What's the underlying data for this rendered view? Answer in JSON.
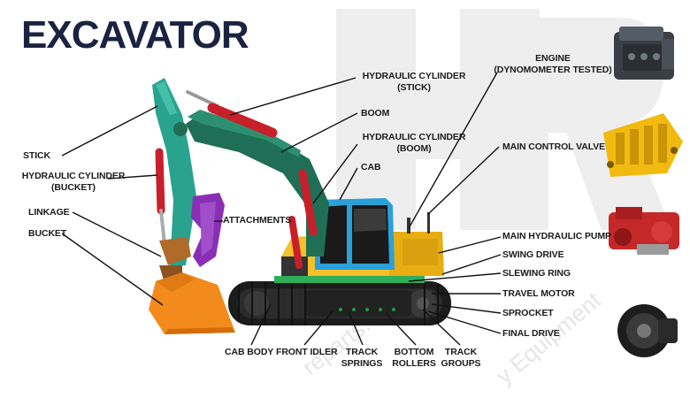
{
  "title": "EXCAVATOR",
  "labels": {
    "stick": "STICK",
    "hyd_bucket": "HYDRAULIC CYLINDER\n(BUCKET)",
    "linkage": "LINKAGE",
    "bucket": "BUCKET",
    "hyd_stick": "HYDRAULIC CYLINDER\n(STICK)",
    "boom": "BOOM",
    "hyd_boom": "HYDRAULIC CYLINDER\n(BOOM)",
    "cab": "CAB",
    "attachments": "ATTACHMENTS",
    "engine": "ENGINE\n(DYNOMOMETER TESTED)",
    "main_control_valve": "MAIN CONTROL VALVE",
    "main_hydraulic_pump": "MAIN HYDRAULIC PUMP",
    "swing_drive": "SWING DRIVE",
    "slewing_ring": "SLEWING RING",
    "travel_motor": "TRAVEL MOTOR",
    "sprocket": "SPROCKET",
    "final_drive": "FINAL DRIVE",
    "cab_body": "CAB BODY",
    "front_idler": "FRONT IDLER",
    "track_springs": "TRACK\nSPRINGS",
    "bottom_rollers": "BOTTOM\nROLLERS",
    "track_groups": "TRACK\nGROUPS"
  },
  "watermark": {
    "text1": "reparts.com",
    "text2": "y Equipment"
  },
  "colors": {
    "title": "#1a2340",
    "arm_teal": "#2aa38e",
    "boom_green": "#1f6e55",
    "cylinder_red": "#c8202a",
    "attachment_purple": "#8a2fb5",
    "bucket_orange": "#f28a1c",
    "cab_blue": "#2aa0d8",
    "body_yellow": "#f5c02a",
    "track_black": "#1c1c1c",
    "line": "#111111"
  }
}
